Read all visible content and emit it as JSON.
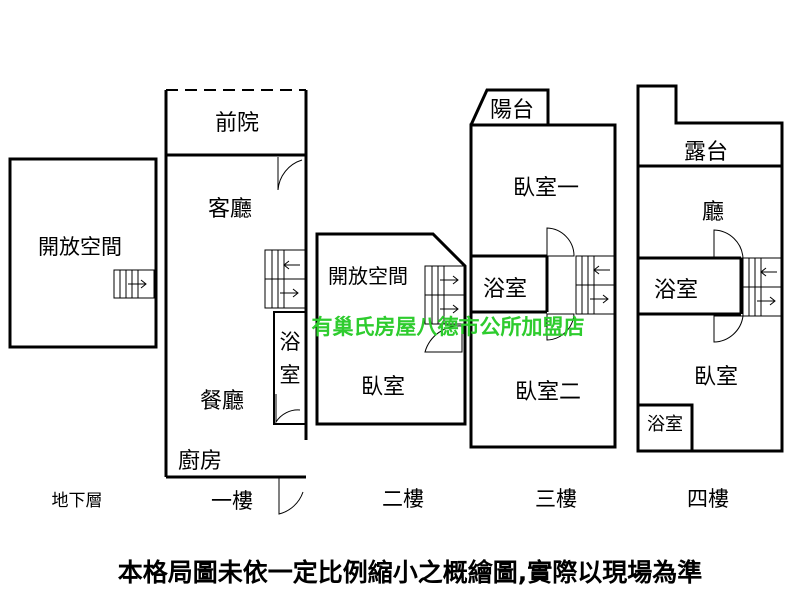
{
  "floors": {
    "basement": {
      "label": "地下層",
      "rooms": {
        "open_space": "開放空間"
      }
    },
    "first": {
      "label": "一樓",
      "rooms": {
        "front_yard": "前院",
        "living": "客廳",
        "bath": "浴室",
        "dining": "餐廳",
        "kitchen": "廚房"
      }
    },
    "second": {
      "label": "二樓",
      "rooms": {
        "open_space": "開放空間",
        "bedroom": "臥室"
      }
    },
    "third": {
      "label": "三樓",
      "rooms": {
        "balcony": "陽台",
        "bedroom1": "臥室一",
        "bath": "浴室",
        "bedroom2": "臥室二"
      }
    },
    "fourth": {
      "label": "四樓",
      "rooms": {
        "terrace": "露台",
        "hall": "廳",
        "bath": "浴室",
        "bedroom": "臥室",
        "small_bath": "浴室"
      }
    }
  },
  "watermark": "有巢氏房屋八德市公所加盟店",
  "disclaimer": "本格局圖未依一定比例縮小之概繪圖,實際以現場為準",
  "colors": {
    "watermark": "#2ecc2e",
    "lines": "#000000",
    "background": "#ffffff"
  }
}
